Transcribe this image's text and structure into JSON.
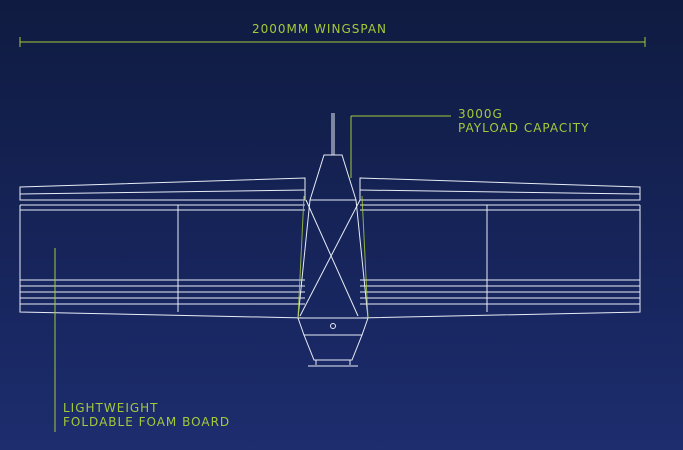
{
  "colors": {
    "background_top": "#0f1b40",
    "background_bottom": "#1d2d6e",
    "accent": "#a4c93a",
    "lines": "#e8ecf6"
  },
  "annotations": {
    "wingspan": "2000MM WINGSPAN",
    "payload_line1": "3000G",
    "payload_line2": "PAYLOAD CAPACITY",
    "foam_line1": "LIGHTWEIGHT",
    "foam_line2": "FOLDABLE FOAM BOARD"
  }
}
